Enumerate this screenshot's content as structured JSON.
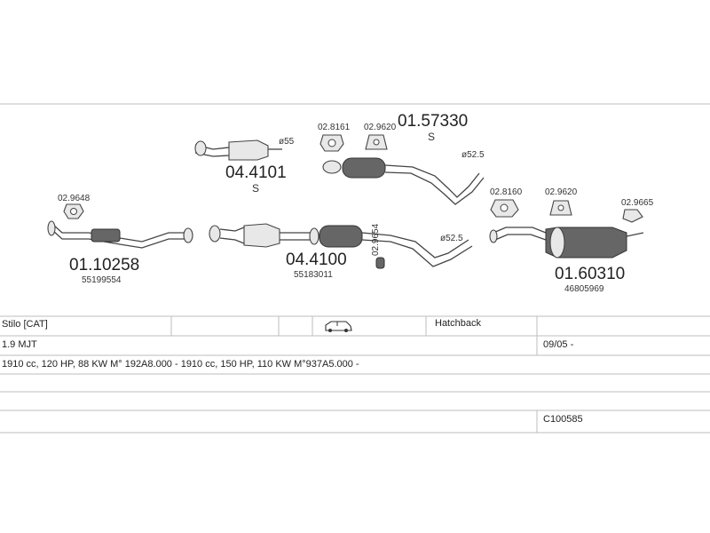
{
  "parts": {
    "p_02_9648": "02.9648",
    "p_01_10258": "01.10258",
    "p_55199554": "55199554",
    "p_04_4101": "04.4101",
    "p_04_4101_s": "S",
    "p_dia55": "ø55",
    "p_02_8161": "02.8161",
    "p_02_9620a": "02.9620",
    "p_01_57330": "01.57330",
    "p_01_57330_s": "S",
    "p_dia52_5a": "ø52.5",
    "p_04_4100": "04.4100",
    "p_55183011": "55183011",
    "p_02_9654": "02.9654",
    "p_dia52_5b": "ø52.5",
    "p_02_8160": "02.8160",
    "p_02_9620b": "02.9620",
    "p_02_9665": "02.9665",
    "p_01_60310": "01.60310",
    "p_46805969": "46805969"
  },
  "table": {
    "model": "Stilo  [CAT]",
    "body_type": "Hatchback",
    "engine": "1.9 MJT",
    "date": "09/05 -",
    "specs": "1910 cc, 120 HP, 88 KW M° 192A8.000 - 1910 cc, 150 HP, 110 KW M°937A5.000 -",
    "code": "C100585"
  },
  "icons": {
    "vehicle": "car-icon"
  },
  "colors": {
    "line": "#444444",
    "grid": "#bdbdbd"
  }
}
